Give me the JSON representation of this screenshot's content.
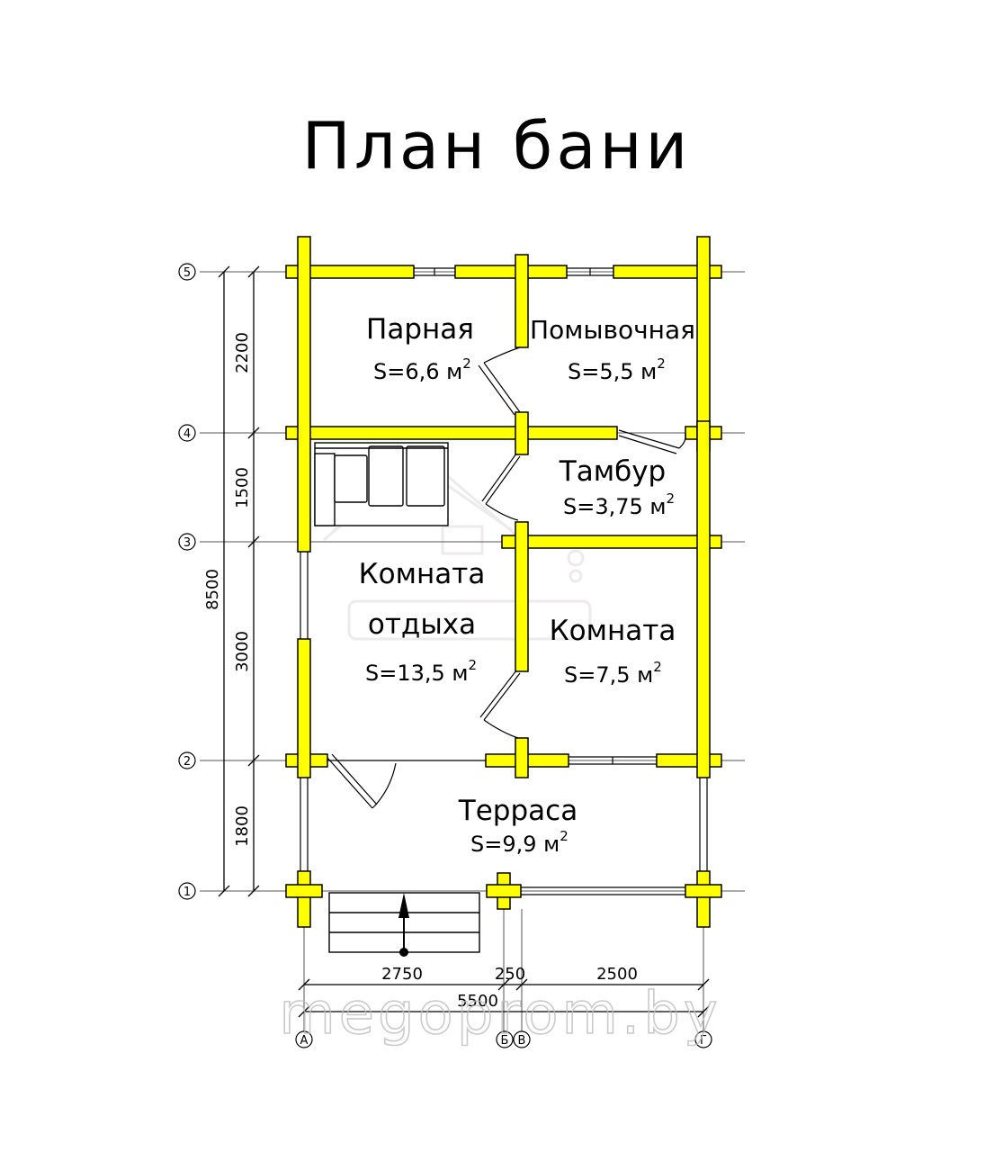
{
  "title": "План бани",
  "colors": {
    "wall": "#ffff00",
    "line": "#000000",
    "background": "#ffffff"
  },
  "rooms": [
    {
      "name": "Парная",
      "area_label": "S=6,6  м",
      "sup": "2"
    },
    {
      "name": "Помывочная",
      "area_label": "S=5,5  м",
      "sup": "2"
    },
    {
      "name": "Тамбур",
      "area_label": "S=3,75 м",
      "sup": "2"
    },
    {
      "name_lines": [
        "Комната",
        "отдыха"
      ],
      "area_label": "S=13,5 м",
      "sup": "2"
    },
    {
      "name": "Комната",
      "area_label": "S=7,5  м",
      "sup": "2"
    },
    {
      "name": "Терраса",
      "area_label": "S=9,9  м",
      "sup": "2"
    }
  ],
  "axes": {
    "rows": [
      "5",
      "4",
      "3",
      "2",
      "1"
    ],
    "columns": [
      "А",
      "Б",
      "В",
      "Г"
    ]
  },
  "dimensions": {
    "vertical": [
      "2200",
      "1500",
      "3000",
      "1800"
    ],
    "vertical_total": "8500",
    "horizontal": [
      "2750",
      "250",
      "2500"
    ],
    "horizontal_total": "5500"
  },
  "watermark": "megoprom.by"
}
